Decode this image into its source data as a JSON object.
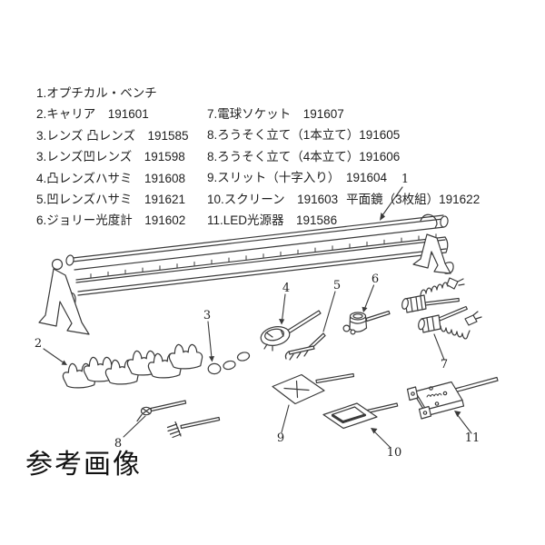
{
  "page": {
    "caption": "参考画像"
  },
  "colors": {
    "line": "#3a3a3a",
    "text": "#1e1e1e",
    "background": "#ffffff"
  },
  "parts_list": {
    "left_column": [
      "1.オプチカル・ベンチ",
      "2.キャリア　191601",
      "3.レンズ 凸レンズ　191585",
      "3.レンズ凹レンズ　191598",
      "4.凸レンズハサミ　191608",
      "5.凹レンズハサミ　191621",
      "6.ジョリー光度計　191602"
    ],
    "right_column": [
      "7.電球ソケット　191607",
      "8.ろうそく立て（1本立て）191605",
      "8.ろうそく立て（4本立て）191606",
      "9.スリット（十字入り）　191604",
      "10.スクリーン　191603",
      "11.LED光源器　191586"
    ],
    "mirror_note": "平面鏡（3枚組）191622"
  },
  "diagram": {
    "callouts": [
      "1",
      "2",
      "3",
      "4",
      "5",
      "6",
      "7",
      "8",
      "9",
      "10",
      "11"
    ]
  }
}
